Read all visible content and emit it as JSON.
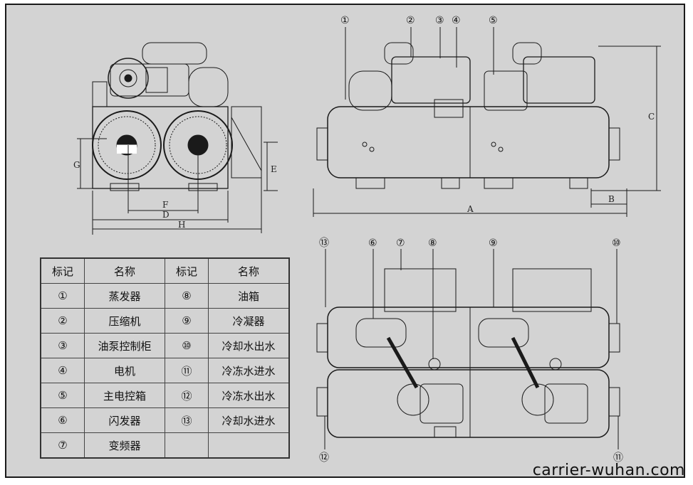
{
  "watermark": "carrier-wuhan.com",
  "dimensions": {
    "A": "A",
    "B": "B",
    "C": "C",
    "D": "D",
    "E": "E",
    "F": "F",
    "G": "G",
    "H": "H"
  },
  "callouts": {
    "c1": "①",
    "c2": "②",
    "c3": "③",
    "c4": "④",
    "c5": "⑤",
    "c6": "⑥",
    "c7": "⑦",
    "c8": "⑧",
    "c9": "⑨",
    "c10": "⑩",
    "c11": "⑪",
    "c12": "⑫",
    "c13": "⑬"
  },
  "legend": {
    "header": {
      "mark": "标记",
      "name": "名称",
      "mark2": "标记",
      "name2": "名称"
    },
    "rows": [
      {
        "mark": "①",
        "name": "蒸发器",
        "mark2": "⑧",
        "name2": "油箱"
      },
      {
        "mark": "②",
        "name": "压缩机",
        "mark2": "⑨",
        "name2": "冷凝器"
      },
      {
        "mark": "③",
        "name": "油泵控制柜",
        "mark2": "⑩",
        "name2": "冷却水出水"
      },
      {
        "mark": "④",
        "name": "电机",
        "mark2": "⑪",
        "name2": "冷冻水进水"
      },
      {
        "mark": "⑤",
        "name": "主电控箱",
        "mark2": "⑫",
        "name2": "冷冻水出水"
      },
      {
        "mark": "⑥",
        "name": "闪发器",
        "mark2": "⑬",
        "name2": "冷却水进水"
      },
      {
        "mark": "⑦",
        "name": "变频器",
        "mark2": "",
        "name2": ""
      }
    ]
  }
}
